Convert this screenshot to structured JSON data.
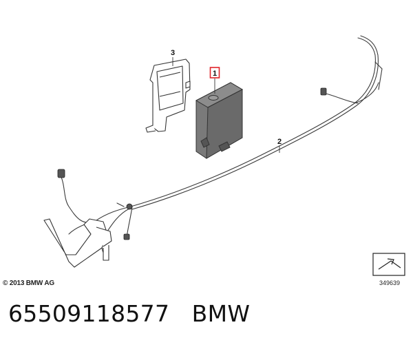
{
  "diagram": {
    "callouts": [
      {
        "label": "1",
        "highlighted": true
      },
      {
        "label": "2",
        "highlighted": false
      },
      {
        "label": "3",
        "highlighted": false
      }
    ],
    "copyright": "© 2013 BMW AG",
    "reference_number": "349639"
  },
  "footer": {
    "part_number": "65509118577",
    "brand": "BMW"
  },
  "colors": {
    "line": "#3a3a3a",
    "module_body": "#7a7a7a",
    "highlight_box": "#e0242a"
  }
}
